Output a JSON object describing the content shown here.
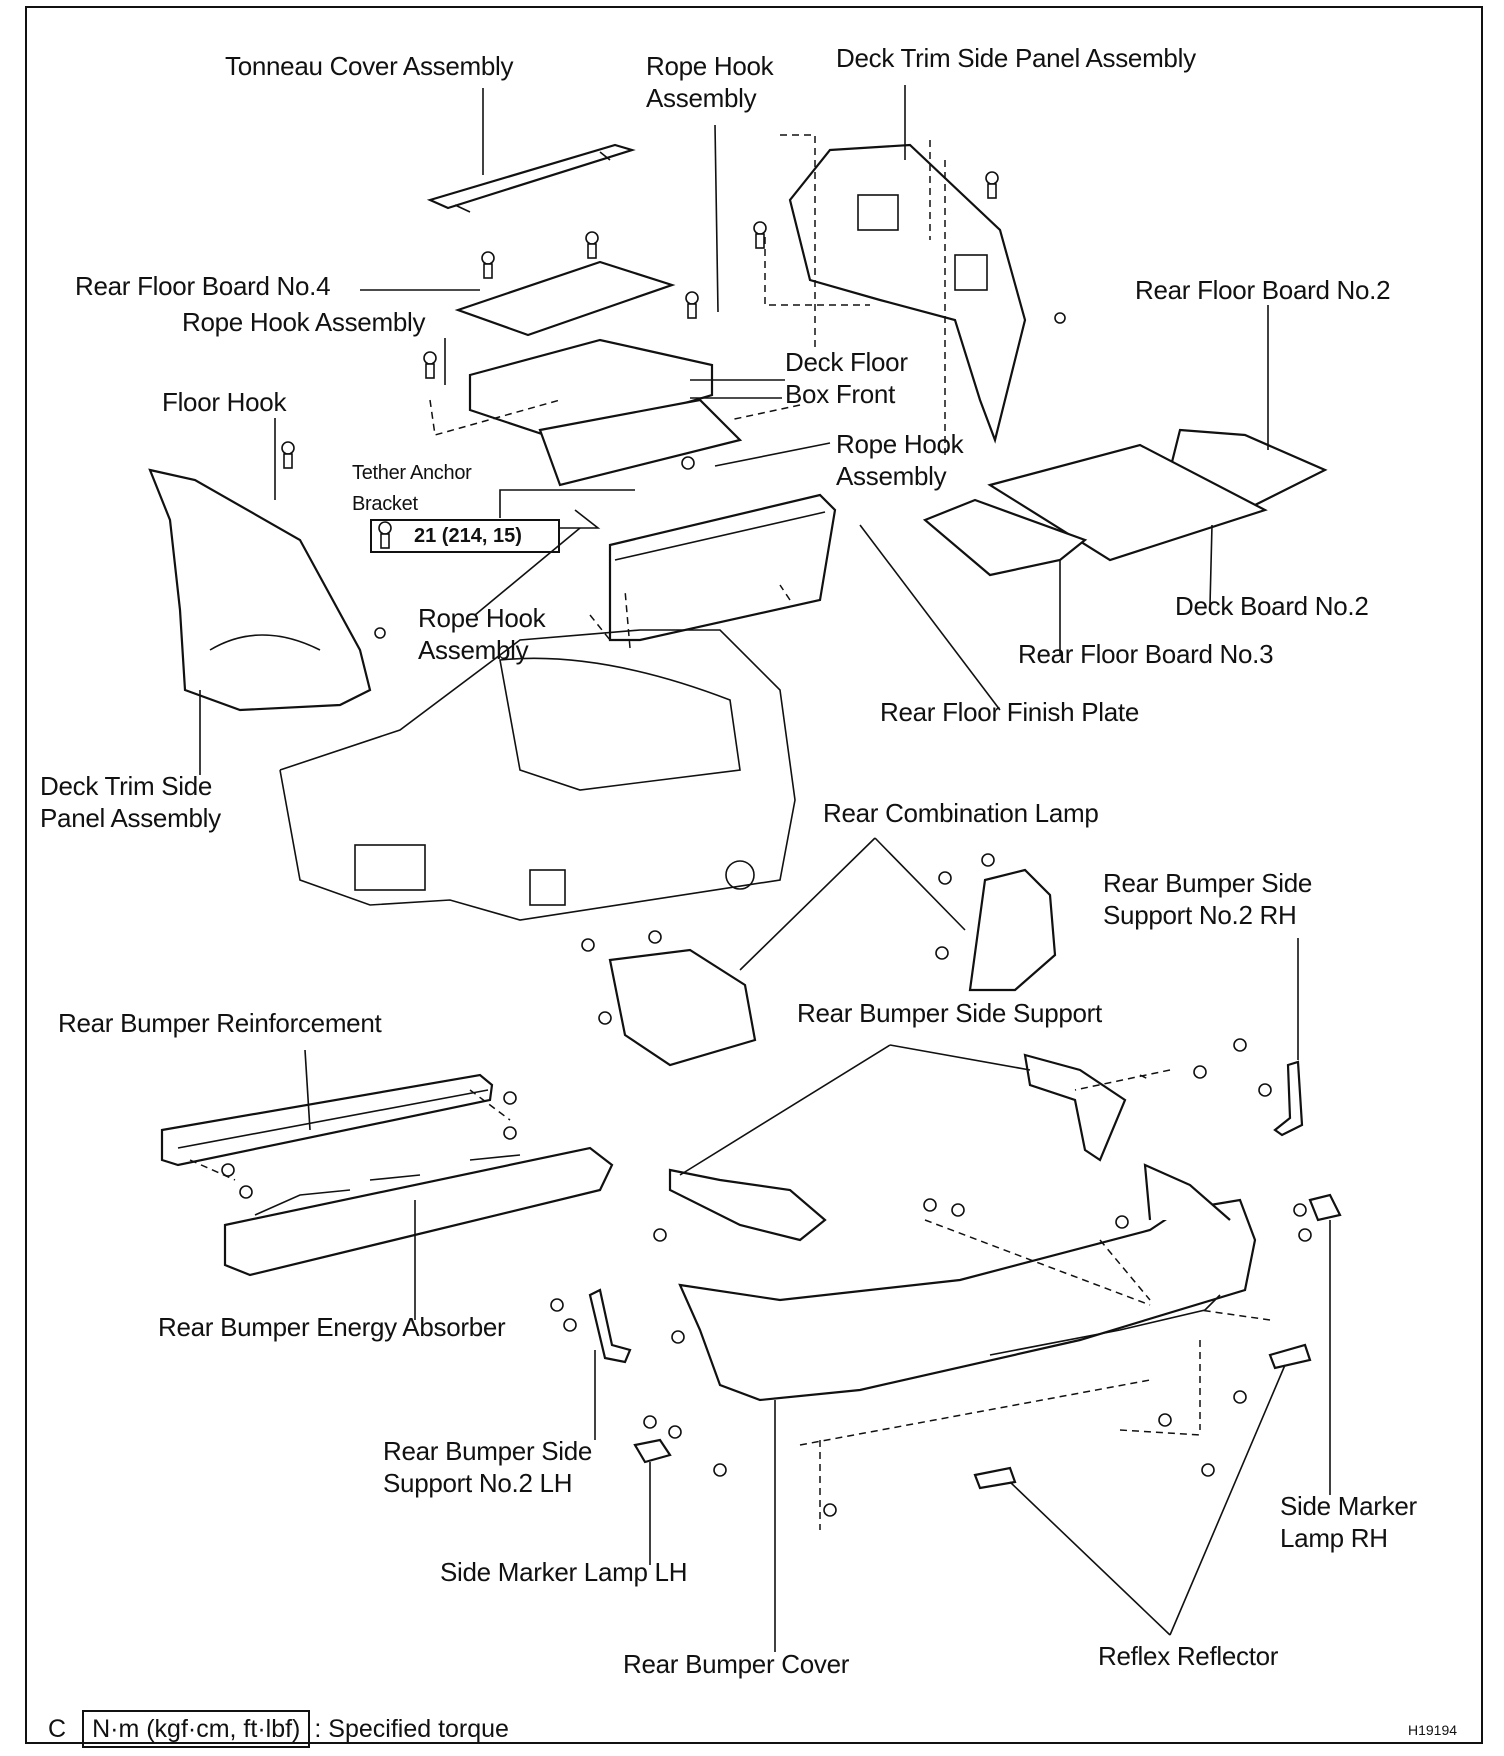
{
  "labels": {
    "tonneau_cover": "Tonneau Cover Assembly",
    "rope_hook_top_1": "Rope Hook",
    "rope_hook_top_2": "Assembly",
    "deck_trim_side_panel_top": "Deck Trim Side Panel Assembly",
    "rear_floor_board_4": "Rear Floor Board No.4",
    "rope_hook_left": "Rope Hook Assembly",
    "rear_floor_board_2": "Rear Floor Board No.2",
    "deck_floor_box_front_1": "Deck Floor",
    "deck_floor_box_front_2": "Box Front",
    "floor_hook": "Floor Hook",
    "rope_hook_mid_1": "Rope Hook",
    "rope_hook_mid_2": "Assembly",
    "tether_anchor_1": "Tether Anchor",
    "tether_anchor_2": "Bracket",
    "rope_hook_low_1": "Rope Hook",
    "rope_hook_low_2": "Assembly",
    "deck_board_2": "Deck Board No.2",
    "rear_floor_board_3": "Rear Floor Board No.3",
    "rear_floor_finish_plate": "Rear Floor Finish Plate",
    "deck_trim_side_panel_left_1": "Deck Trim Side",
    "deck_trim_side_panel_left_2": "Panel Assembly",
    "rear_combination_lamp": "Rear Combination Lamp",
    "rear_bumper_side_support_no2_rh_1": "Rear Bumper Side",
    "rear_bumper_side_support_no2_rh_2": "Support No.2 RH",
    "rear_bumper_side_support": "Rear Bumper Side Support",
    "rear_bumper_reinforcement": "Rear Bumper Reinforcement",
    "rear_bumper_energy_absorber": "Rear Bumper Energy Absorber",
    "rear_bumper_side_support_no2_lh_1": "Rear Bumper Side",
    "rear_bumper_side_support_no2_lh_2": "Support No.2 LH",
    "side_marker_lamp_lh": "Side Marker Lamp LH",
    "side_marker_lamp_rh_1": "Side Marker",
    "side_marker_lamp_rh_2": "Lamp RH",
    "rear_bumper_cover": "Rear Bumper Cover",
    "reflex_reflector": "Reflex Reflector"
  },
  "torque": "21 (214, 15)",
  "legend": {
    "prefix": "C",
    "unit_box": "N·m (kgf·cm, ft·lbf)",
    "text": ": Specified torque"
  },
  "figure_code": "H19194"
}
